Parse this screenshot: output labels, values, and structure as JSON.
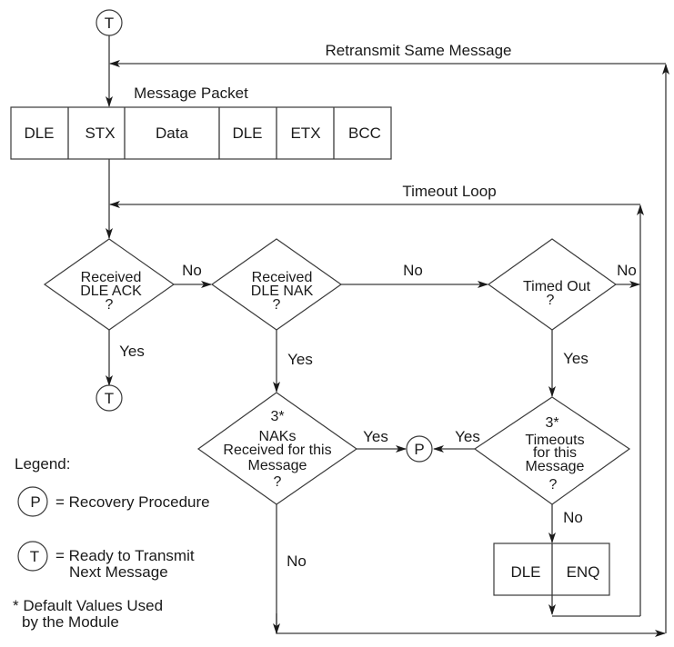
{
  "diagram": {
    "connectors": {
      "start": "T",
      "end_ack": "T",
      "recovery": "P"
    },
    "labels": {
      "retransmit": "Retransmit Same Message",
      "message_packet": "Message Packet",
      "timeout_loop": "Timeout Loop",
      "no": "No",
      "yes": "Yes"
    },
    "packet": [
      "DLE",
      "STX",
      "Data",
      "DLE",
      "ETX",
      "BCC"
    ],
    "decisions": {
      "ack": [
        "Received",
        "DLE ACK",
        "?"
      ],
      "nak": [
        "Received",
        "DLE NAK",
        "?"
      ],
      "timed_out": [
        "Timed Out",
        "?"
      ],
      "naks3": [
        "3*",
        "NAKs",
        "Received for this",
        "Message",
        "?"
      ],
      "timeouts3": [
        "3*",
        "Timeouts",
        "for this",
        "Message",
        "?"
      ]
    },
    "enq_box": [
      "DLE",
      "ENQ"
    ]
  },
  "legend": {
    "title": "Legend:",
    "items": [
      {
        "symbol": "P",
        "text": "= Recovery Procedure"
      },
      {
        "symbol": "T",
        "text": "= Ready to Transmit",
        "text2": "Next Message"
      }
    ],
    "footnote": "* Default Values Used",
    "footnote2": "by the Module"
  }
}
